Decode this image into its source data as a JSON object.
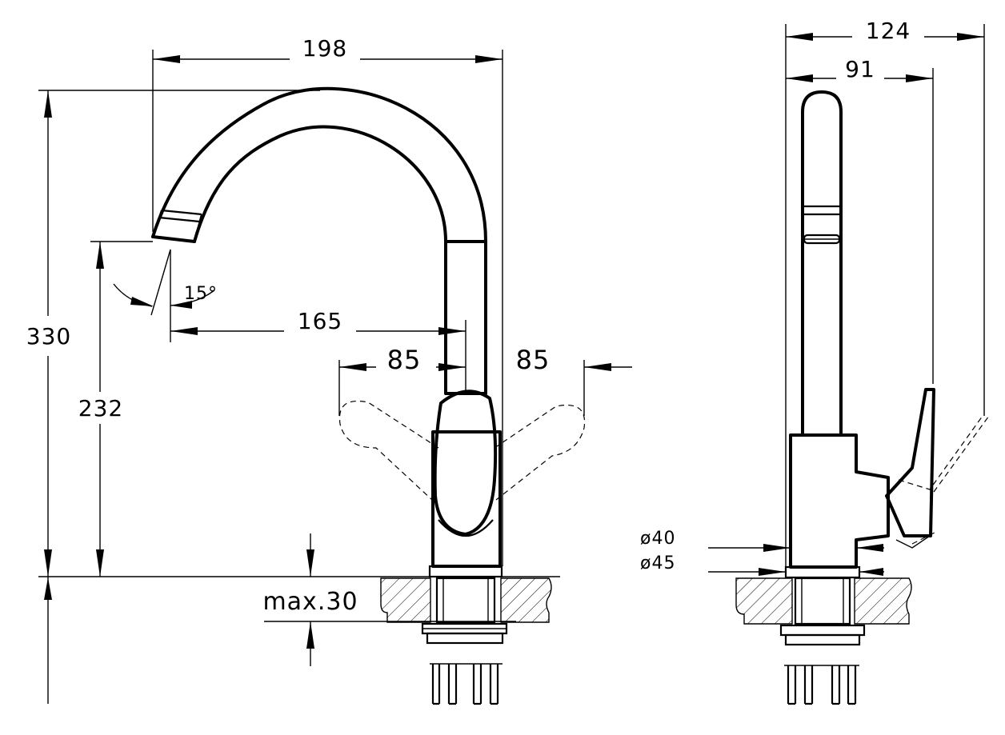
{
  "front_view": {
    "dimensions": {
      "overall_reach": "198",
      "overall_height": "330",
      "spout_height": "232",
      "spout_projection": "165",
      "lever_swing_left": "85",
      "lever_swing_right": "85",
      "spout_angle": "15°",
      "counter_thickness": "max.30"
    }
  },
  "side_view": {
    "dimensions": {
      "overall_depth": "124",
      "spout_depth": "91",
      "body_diameter": "ø40",
      "base_diameter": "ø45"
    }
  }
}
